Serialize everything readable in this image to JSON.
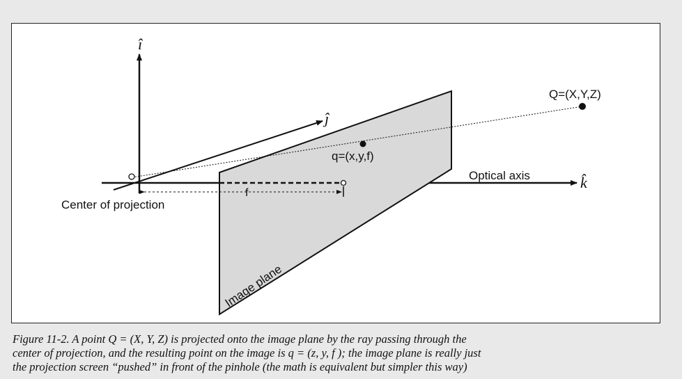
{
  "diagram": {
    "axis_i": "î",
    "axis_j": "ĵ",
    "axis_k": "k̂",
    "point_Q": "Q=(X,Y,Z)",
    "point_q": "q=(x,y,f)",
    "optical_axis": "Optical axis",
    "center_of_projection": "Center of projection",
    "focal_length": "f",
    "image_plane": "Image plane"
  },
  "caption": {
    "line1": "Figure 11-2. A point Q = (X, Y, Z) is projected onto the image plane by the ray passing through the",
    "line2": "center of projection, and the resulting point on the image is q = (z, y, f ); the image plane is really just",
    "line3": "the projection screen “pushed” in front of the pinhole (the math is equivalent but simpler this way)"
  },
  "colors": {
    "plane_fill": "#d9d9d9",
    "stroke": "#111111",
    "background": "#e9e9e9"
  }
}
